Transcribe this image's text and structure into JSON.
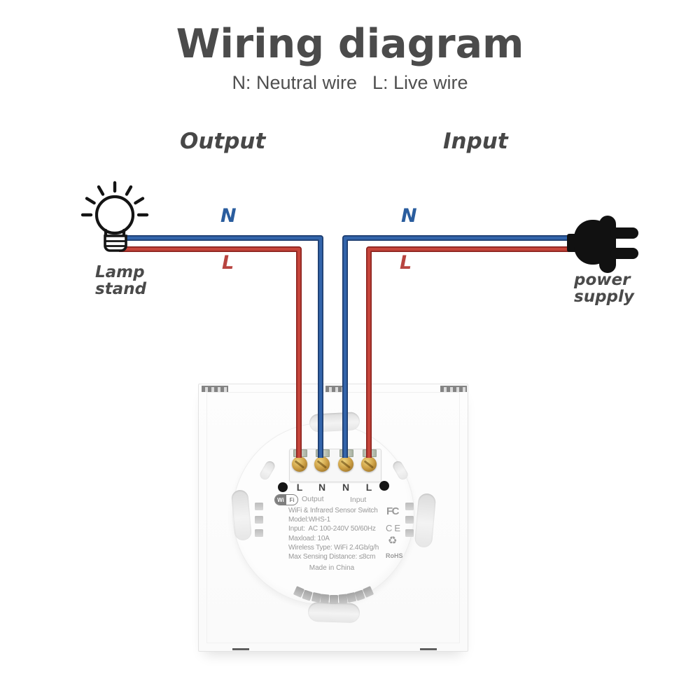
{
  "page": {
    "title": "Wiring diagram",
    "subtitle_neutral": "N: Neutral wire",
    "subtitle_live": "L: Live wire"
  },
  "sections": {
    "output_label": "Output",
    "input_label": "Input"
  },
  "endpoints": {
    "lamp_line1": "Lamp",
    "lamp_line2": "stand",
    "power_line1": "power",
    "power_line2": "supply"
  },
  "wire_labels": {
    "neutral": "N",
    "live": "L"
  },
  "colors": {
    "neutral_label": "#2a5d9e",
    "live_label": "#b84440",
    "wire_blue": "#3365ab",
    "wire_blue_edge": "#1d3c6e",
    "wire_red": "#c6453a",
    "wire_red_edge": "#8c2420"
  },
  "device": {
    "terminal_labels": [
      "L",
      "N",
      "N",
      "L"
    ],
    "wifi_badge": {
      "wi": "Wi",
      "fi": "Fi"
    },
    "output_label": "Output",
    "input_label": "Input",
    "specs": [
      "WiFi & Infrared Sensor Switch",
      "Model:WHS-1",
      "Input:  AC 100-240V 50/60Hz",
      "Maxload: 10A",
      "Wireless Type: WiFi 2.4Gb/g/h",
      "Max Sensing Distance: ≤8cm"
    ],
    "made_in": "Made in China",
    "certs": {
      "fcc": "FC",
      "ce": "CE",
      "recycle": "♻",
      "rohs": "RoHS"
    }
  }
}
